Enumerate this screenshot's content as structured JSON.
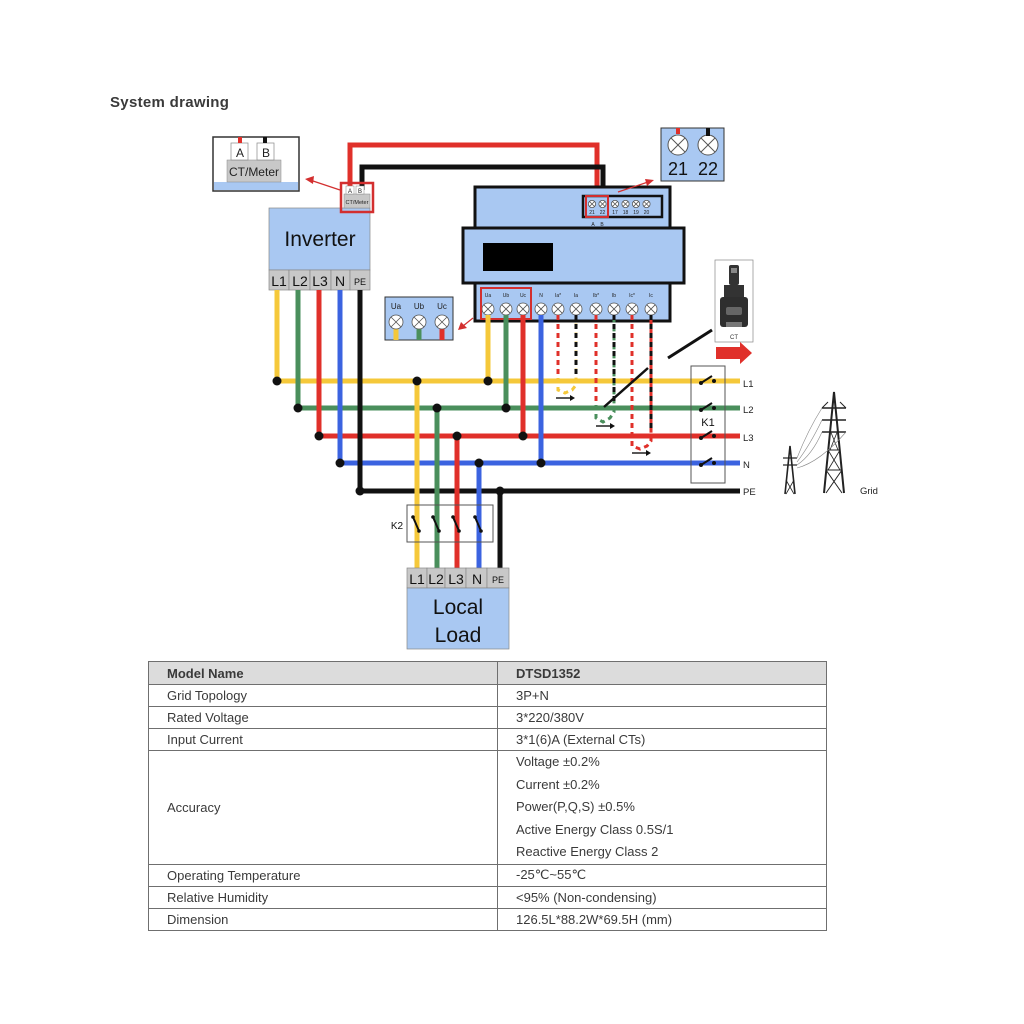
{
  "page": {
    "title": "System drawing"
  },
  "diagram": {
    "inverter": {
      "label": "Inverter",
      "terminals": [
        "L1",
        "L2",
        "L3",
        "N",
        "PE"
      ],
      "port_label": "CT/Meter",
      "port_pins": [
        "A",
        "B"
      ]
    },
    "ct_meter_callout": {
      "label": "CT/Meter",
      "pins": [
        "A",
        "B"
      ]
    },
    "meter": {
      "rs485_terminals": [
        "21",
        "22",
        "17",
        "18",
        "19",
        "20"
      ],
      "rs485_pin_labels": [
        "A",
        "B"
      ],
      "bottom_terminals": [
        "Ua",
        "Ub",
        "Uc",
        "N",
        "Ia*",
        "Ia",
        "Ib*",
        "Ib",
        "Ic*",
        "Ic"
      ]
    },
    "rs485_callout": {
      "terminals": [
        "21",
        "22"
      ]
    },
    "voltage_callout": {
      "terminals": [
        "Ua",
        "Ub",
        "Uc"
      ]
    },
    "ct_sensor": {
      "label": "CT"
    },
    "k1": {
      "label": "K1"
    },
    "k2": {
      "label": "K2"
    },
    "grid": {
      "label": "Grid",
      "lines": [
        "L1",
        "L2",
        "L3",
        "N",
        "PE"
      ]
    },
    "local_load": {
      "label_line1": "Local",
      "label_line2": "Load",
      "terminals": [
        "L1",
        "L2",
        "L3",
        "N",
        "PE"
      ]
    },
    "colors": {
      "L1": "#f5c83a",
      "L2": "#4a8f5c",
      "L3": "#e0302a",
      "N": "#3b63e0",
      "PE": "#111111",
      "device_fill": "#a9c8f2",
      "terminal_fill": "#c8c8c8",
      "highlight": "#d32f2f"
    }
  },
  "spec_table": {
    "header": {
      "name": "Model Name",
      "value": "DTSD1352"
    },
    "rows": [
      {
        "name": "Grid Topology",
        "value": "3P+N"
      },
      {
        "name": "Rated Voltage",
        "value": "3*220/380V"
      },
      {
        "name": "Input Current",
        "value": "3*1(6)A (External CTs)"
      }
    ],
    "accuracy": {
      "name": "Accuracy",
      "values": [
        "Voltage ±0.2%",
        "Current ±0.2%",
        "Power(P,Q,S) ±0.5%",
        "Active Energy Class 0.5S/1",
        "Reactive Energy Class 2"
      ]
    },
    "rows_after": [
      {
        "name": "Operating Temperature",
        "value": "-25℃~55℃"
      },
      {
        "name": "Relative Humidity",
        "value": "<95% (Non-condensing)"
      },
      {
        "name": "Dimension",
        "value": "126.5L*88.2W*69.5H (mm)"
      }
    ]
  }
}
